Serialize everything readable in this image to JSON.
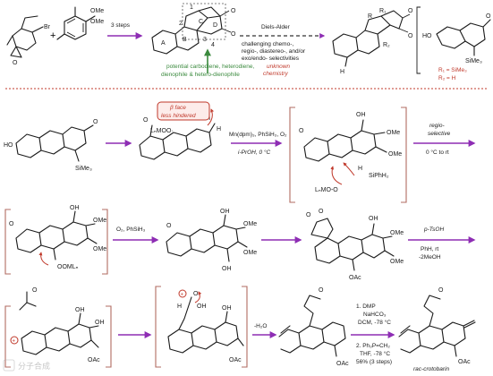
{
  "row1": {
    "reagent_1": "3 steps",
    "caption_green": [
      "potential carbodiene, heterodiene,",
      "dienophile & hetero-dienophile"
    ],
    "ring_labels": [
      "A",
      "B",
      "C",
      "D",
      "1",
      "2",
      "3",
      "4"
    ],
    "reagent_2": "Diels-Alder",
    "caption_black": [
      "challenging chemo-,",
      "regio-, diastereo-, and/or",
      "exo/endo- selectivities"
    ],
    "caption_red": [
      "unknown",
      "chemistry"
    ],
    "substituent_defs": [
      "R₁ = SiMe₃",
      "R₂ = H"
    ],
    "atoms": [
      "OMe",
      "OMe",
      "Br",
      "O",
      "O",
      "O",
      "HO",
      "SiMe₃",
      "R₁",
      "R₂",
      "R",
      "H"
    ]
  },
  "row2": {
    "callout": [
      "β face",
      "less hindered"
    ],
    "reagent_3": "Mn(dpm)₃, PhSiH₃, O₂",
    "reagent_3b": "i-PrOH, 0 °C",
    "reagent_4": [
      "regio-",
      "selective"
    ],
    "reagent_4b": "0 °C to rt",
    "atoms": [
      "HO",
      "O",
      "SiMe₃",
      "LₙMOO·",
      "H",
      "O",
      "OH",
      "OMe",
      "OMe",
      "SiPhH₂",
      "LₙMO-O",
      "H"
    ]
  },
  "row3": {
    "reagent_5": "O₂, PhSiH₃",
    "reagent_6": "p-TsOH",
    "reagent_6b": [
      "PhH, rt",
      "-2MeOH"
    ],
    "atoms": [
      "O",
      "OH",
      "OMe",
      "OMe",
      "OOMLₙ",
      "O",
      "OH",
      "OMe",
      "OMe",
      "OAc",
      "O",
      "OAc"
    ]
  },
  "row4": {
    "reagent_7": "-H₂O",
    "reagent_8": [
      "1. DMP",
      "NaHCO₃",
      "DCM, -78 °C"
    ],
    "reagent_9": [
      "2. Ph₃P=CH₂",
      "THF, -78 °C",
      "56% (3 steps)"
    ],
    "product_name": "rac-crotobarin",
    "watermark": "分子合成",
    "atoms": [
      "O",
      "OH",
      "OH",
      "OAc",
      "H",
      "O",
      "OH",
      "OAc",
      "O",
      "OAc",
      "O",
      "OAc",
      "O"
    ]
  }
}
